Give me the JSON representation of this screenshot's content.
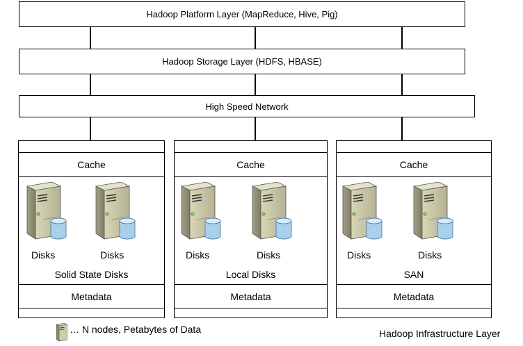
{
  "layers": {
    "platform": "Hadoop Platform Layer (MapReduce, Hive, Pig)",
    "storage": "Hadoop Storage Layer (HDFS, HBASE)",
    "network": "High Speed Network"
  },
  "infrastructure_label": "Hadoop Infrastructure Layer",
  "footer_text": "… N nodes, Petabytes of Data",
  "nodes": [
    {
      "cache": "Cache",
      "disk1": "Disks",
      "disk2": "Disks",
      "storage_type": "Solid State Disks",
      "metadata": "Metadata"
    },
    {
      "cache": "Cache",
      "disk1": "Disks",
      "disk2": "Disks",
      "storage_type": "Local Disks",
      "metadata": "Metadata"
    },
    {
      "cache": "Cache",
      "disk1": "Disks",
      "disk2": "Disks",
      "storage_type": "SAN",
      "metadata": "Metadata"
    }
  ],
  "icons": {
    "server": "server-icon",
    "disk": "disk-cylinder-icon"
  }
}
